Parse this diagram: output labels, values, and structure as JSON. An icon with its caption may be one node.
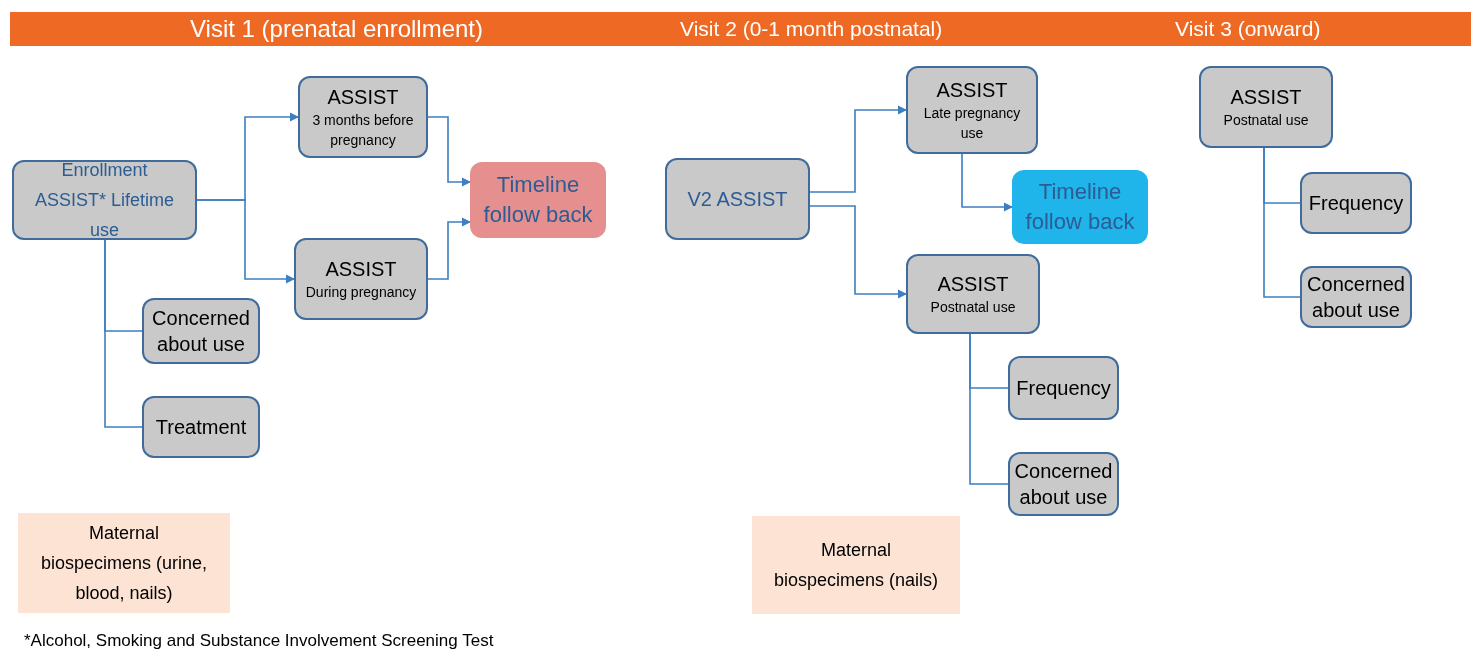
{
  "diagram": {
    "nodes": [
      {
        "text": [
          "Enrollment ASSIST* Lifetime use"
        ]
      },
      {
        "text": [
          "ASSIST",
          "3 months before pregnancy"
        ]
      },
      {
        "text": [
          "ASSIST",
          "During pregnancy"
        ]
      },
      {
        "text": [
          "Timeline follow back"
        ]
      },
      {
        "text": [
          "Concerned about use"
        ]
      },
      {
        "text": [
          "Treatment"
        ]
      },
      {
        "text": [
          "Maternal biospecimens (urine, blood, nails)"
        ]
      },
      {
        "text": [
          "V2 ASSIST"
        ]
      },
      {
        "text": [
          "ASSIST",
          "Late pregnancy use"
        ]
      },
      {
        "text": [
          "Timeline follow back"
        ]
      },
      {
        "text": [
          "ASSIST",
          "Postnatal use"
        ]
      },
      {
        "text": [
          "Frequency"
        ]
      },
      {
        "text": [
          "Concerned about use"
        ]
      },
      {
        "text": [
          "Maternal biospecimens (nails)"
        ]
      },
      {
        "text": [
          "ASSIST",
          "Postnatal use"
        ]
      },
      {
        "text": [
          "Frequency"
        ]
      },
      {
        "text": [
          "Concerned about use"
        ]
      }
    ],
    "edges": [
      {
        "from": 0,
        "to": 1,
        "arrow": "to"
      },
      {
        "from": 0,
        "to": 2,
        "arrow": "to"
      },
      {
        "from": 1,
        "to": 3,
        "arrow": "to"
      },
      {
        "from": 2,
        "to": 3,
        "arrow": "to"
      },
      {
        "from": 0,
        "to": 4,
        "arrow": "none"
      },
      {
        "from": 0,
        "to": 5,
        "arrow": "none"
      },
      {
        "from": 7,
        "to": 8,
        "arrow": "to"
      },
      {
        "from": 7,
        "to": 10,
        "arrow": "to"
      },
      {
        "from": 8,
        "to": 9,
        "arrow": "to"
      },
      {
        "from": 10,
        "to": 11,
        "arrow": "none"
      },
      {
        "from": 10,
        "to": 12,
        "arrow": "none"
      },
      {
        "from": 14,
        "to": 15,
        "arrow": "none"
      },
      {
        "from": 14,
        "to": 16,
        "arrow": "none"
      }
    ],
    "labels": [
      "Visit 1 (prenatal enrollment)",
      "Visit 2 (0-1 month postnatal)",
      "Visit 3 (onward)",
      "*Alcohol, Smoking and Substance Involvement Screening Test"
    ]
  }
}
